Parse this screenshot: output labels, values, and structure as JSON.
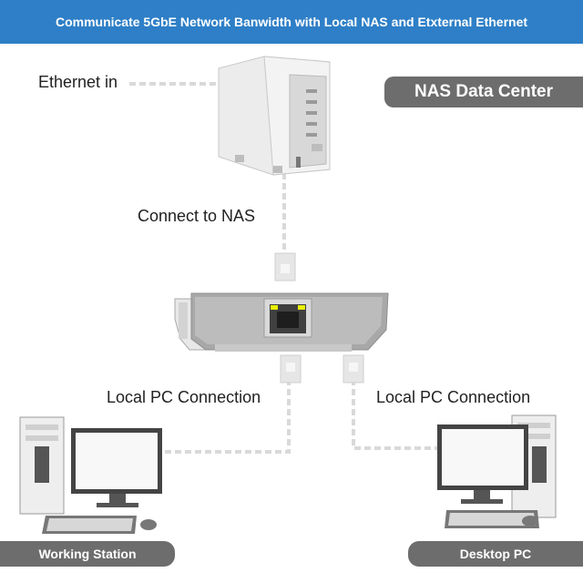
{
  "header": {
    "title": "Communicate 5GbE Network Banwidth with Local NAS and Etxternal Ethernet"
  },
  "labels": {
    "ethernet_in": "Ethernet in",
    "connect_nas": "Connect to NAS",
    "local_pc_left": "Local PC Connection",
    "local_pc_right": "Local PC Connection"
  },
  "tags": {
    "nas_data_center": "NAS Data Center",
    "working_station": "Working Station",
    "desktop_pc": "Desktop PC"
  },
  "colors": {
    "banner": "#2e7fc7",
    "tag": "#6d6d6d",
    "cable": "#d6d6d6",
    "port_led": "#e8f000"
  }
}
